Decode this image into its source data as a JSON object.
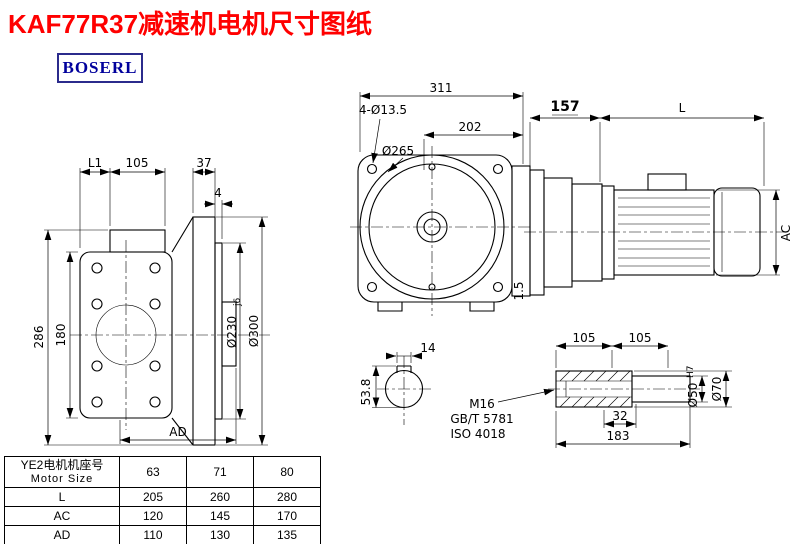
{
  "page": {
    "title": "KAF77R37减速机电机尺寸图纸",
    "logo": "BOSERL"
  },
  "front_view": {
    "overall_width": "311",
    "bolt_holes": "4-Ø13.5",
    "center_to_face": "202",
    "flange_diameter": "Ø265",
    "edge_note": "1.5"
  },
  "motor_view": {
    "adapter_length": "157",
    "motor_length": "L",
    "motor_height": "AC"
  },
  "side_view": {
    "dim_l1": "L1",
    "dim_105": "105",
    "dim_37": "37",
    "dim_4": "4",
    "dim_286": "286",
    "dim_180": "180",
    "spigot_diameter": "Ø230",
    "spigot_fit": "j6",
    "flange_od": "Ø300",
    "dim_ad": "AD"
  },
  "shaft_section": {
    "keyway_width": "14",
    "keyway_depth": "53.8"
  },
  "thread_note": {
    "thread": "M16",
    "standard_1": "GB/T 5781",
    "standard_2": "ISO 4018"
  },
  "shaft_detail": {
    "seg_a": "105",
    "seg_b": "105",
    "key_length": "32",
    "total_length": "183",
    "bore_diameter": "Ø50",
    "bore_fit": "H7",
    "hub_diameter": "Ø70"
  },
  "table": {
    "header_cn": "YE2电机机座号",
    "header_en": "Motor Size",
    "frame_sizes": [
      "63",
      "71",
      "80"
    ],
    "rows": [
      {
        "label": "L",
        "values": [
          "205",
          "260",
          "280"
        ]
      },
      {
        "label": "AC",
        "values": [
          "120",
          "145",
          "170"
        ]
      },
      {
        "label": "AD",
        "values": [
          "110",
          "130",
          "135"
        ]
      }
    ]
  }
}
